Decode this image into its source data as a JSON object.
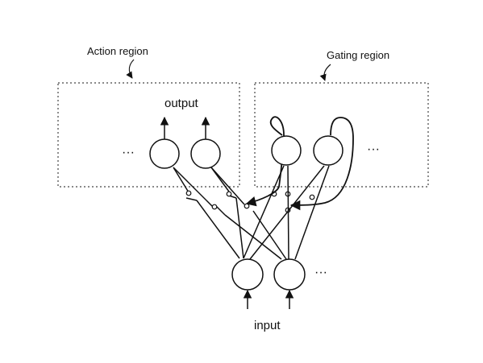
{
  "labels": {
    "action_region": "Action region",
    "gating_region": "Gating region",
    "output": "output",
    "input": "input",
    "ellipsis": "···"
  },
  "colors": {
    "stroke": "#111111",
    "region_border": "#444444",
    "background": "#ffffff"
  }
}
